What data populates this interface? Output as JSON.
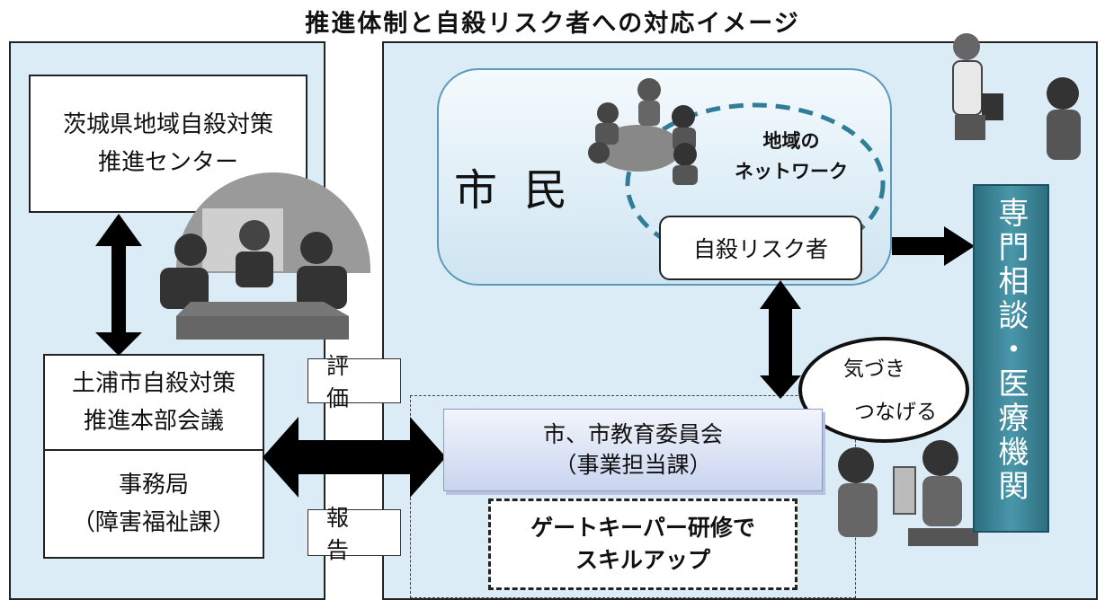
{
  "title": "推進体制と自殺リスク者への対応イメージ",
  "left": {
    "center": [
      "茨城県地域自殺対策",
      "推進センター"
    ],
    "council": [
      "土浦市自殺対策",
      "推進本部会議"
    ],
    "secretariat": [
      "事務局",
      "（障害福祉課）"
    ]
  },
  "labels": {
    "evaluation": "評価",
    "report": "報告"
  },
  "citizens": {
    "label": "市民",
    "network": [
      "地域の",
      "ネットワーク"
    ],
    "risk_person": "自殺リスク者"
  },
  "specialist": "専門相談・医療機関",
  "bubble": [
    "気づき",
    "つなげる"
  ],
  "city": [
    "市、市教育委員会",
    "（事業担当課）"
  ],
  "gatekeeper": [
    "ゲートキーパー研修で",
    "スキルアップ"
  ],
  "colors": {
    "panel": "#dcecf6",
    "specialist": "#3a8497",
    "network_dash": "#2f7d97"
  }
}
